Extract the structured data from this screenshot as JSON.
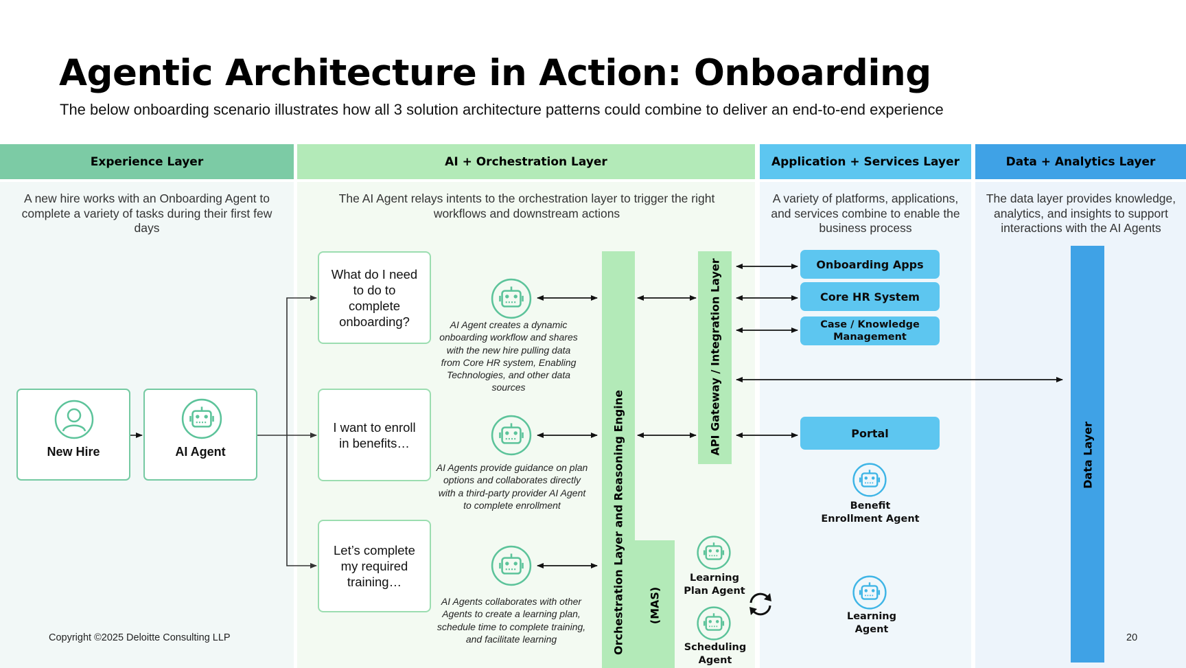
{
  "title": "Agentic Architecture in Action: Onboarding",
  "subtitle": "The below onboarding scenario illustrates how all 3 solution architecture patterns could combine to deliver an end-to-end experience",
  "layers": {
    "experience": {
      "label": "Experience Layer",
      "description": "A new hire works with an Onboarding Agent to complete a variety of tasks during their first few days",
      "color": "#7ccba5"
    },
    "ai": {
      "label": "AI + Orchestration Layer",
      "description": "The AI Agent relays intents to the orchestration layer to trigger the right workflows and downstream actions",
      "color": "#b3eab8"
    },
    "apps": {
      "label": "Application + Services Layer",
      "description": "A variety of platforms, applications, and services combine to enable the business process",
      "color": "#5dc6f0"
    },
    "data": {
      "label": "Data + Analytics Layer",
      "description": "The data layer provides knowledge, analytics, and insights to support interactions with the AI Agents",
      "color": "#3fa2e6"
    }
  },
  "actors": {
    "new_hire": "New Hire",
    "ai_agent": "AI Agent"
  },
  "intents": [
    "What do I need to do to complete onboarding?",
    "I want to enroll in benefits…",
    "Let’s complete my required training…"
  ],
  "captions": [
    "AI Agent creates a dynamic onboarding workflow and shares with the new hire pulling data from Core HR system, Enabling Technologies, and other data sources",
    "AI Agents provide guidance on plan options and collaborates directly with a third-party provider AI Agent to complete enrollment",
    "AI Agents collaborates with other Agents to create a learning plan, schedule time to complete training, and facilitate learning"
  ],
  "bars": {
    "orchestration": "Orchestration Layer and Reasoning Engine",
    "mas": "(MAS)",
    "api": "API Gateway / Integration Layer",
    "data": "Data Layer"
  },
  "mas_agents": {
    "learning_plan": "Learning Plan Agent",
    "scheduling": "Scheduling Agent"
  },
  "apps": {
    "onboarding": "Onboarding Apps",
    "core_hr": "Core HR System",
    "case_knowledge": "Case / Knowledge Management",
    "portal": "Portal"
  },
  "app_agents": {
    "benefit": "Benefit Enrollment Agent",
    "learning": "Learning Agent"
  },
  "footer": {
    "copyright": "Copyright ©2025 Deloitte Consulting LLP",
    "page": "20"
  },
  "icons": [
    "person-icon",
    "robot-icon",
    "refresh-cycle-icon"
  ]
}
